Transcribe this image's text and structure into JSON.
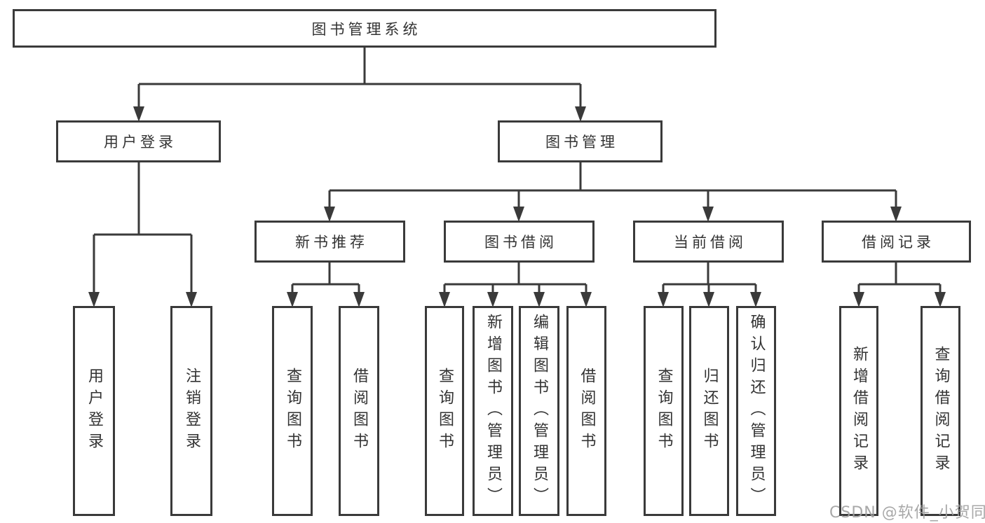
{
  "diagram": {
    "title_node": "图书管理系统",
    "level2": {
      "user_login": "用户登录",
      "book_management": "图书管理"
    },
    "level3": {
      "new_book_recommend": "新书推荐",
      "book_borrowing": "图书借阅",
      "current_borrowing": "当前借阅",
      "borrowing_records": "借阅记录"
    },
    "leaves": {
      "user_login": "用户登录",
      "logout": "注销登录",
      "query_books_recommend": "查询图书",
      "borrow_books_recommend": "借阅图书",
      "query_books_borrowing": "查询图书",
      "add_books_admin": "新增图书（管理员）",
      "edit_books_admin": "编辑图书（管理员）",
      "borrow_books_borrowing": "借阅图书",
      "query_books_current": "查询图书",
      "return_books": "归还图书",
      "confirm_return_admin": "确认归还（管理员）",
      "add_borrow_record": "新增借阅记录",
      "query_borrow_record": "查询借阅记录"
    },
    "watermark": "CSDN @软件_小贺同学",
    "colors": {
      "line": "#3a3a3a",
      "text": "#333333",
      "watermark": "#9e9e9e",
      "background": "#ffffff"
    }
  }
}
